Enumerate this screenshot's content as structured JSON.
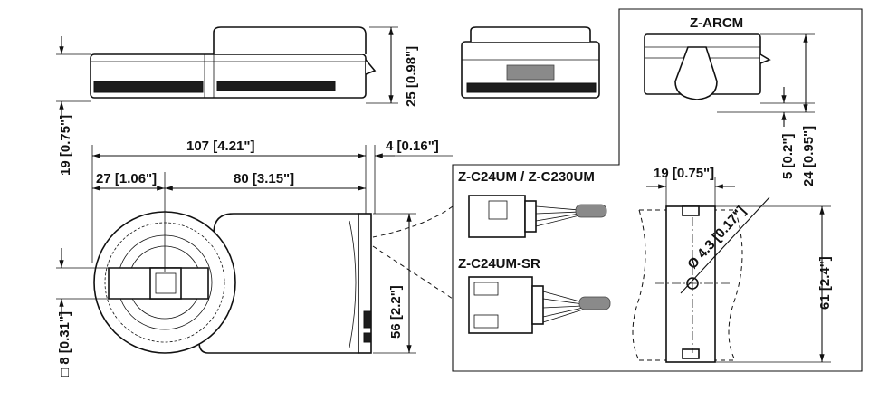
{
  "drawing": {
    "dimensions": {
      "side_height": "25 [0.98\"]",
      "body_height": "19 [0.75\"]",
      "overall_length": "107 [4.21\"]",
      "connector_offset": "4 [0.16\"]",
      "center_offset": "27 [1.06\"]",
      "center_to_end": "80 [3.15\"]",
      "housing_width": "56 [2.2\"]",
      "shaft_size": "□ 8 [0.31\"]"
    },
    "accessory_arcm": {
      "title": "Z-ARCM",
      "dim_small": "5 [0.2\"]",
      "dim_large": "24 [0.95\"]"
    },
    "connectors": {
      "label_standard": "Z-C24UM / Z-C230UM",
      "label_sr": "Z-C24UM-SR"
    },
    "mounting": {
      "width": "19 [0.75\"]",
      "hole": "Ø 4.3 [0.17\"]",
      "height": "61 [2.4\"]"
    }
  }
}
